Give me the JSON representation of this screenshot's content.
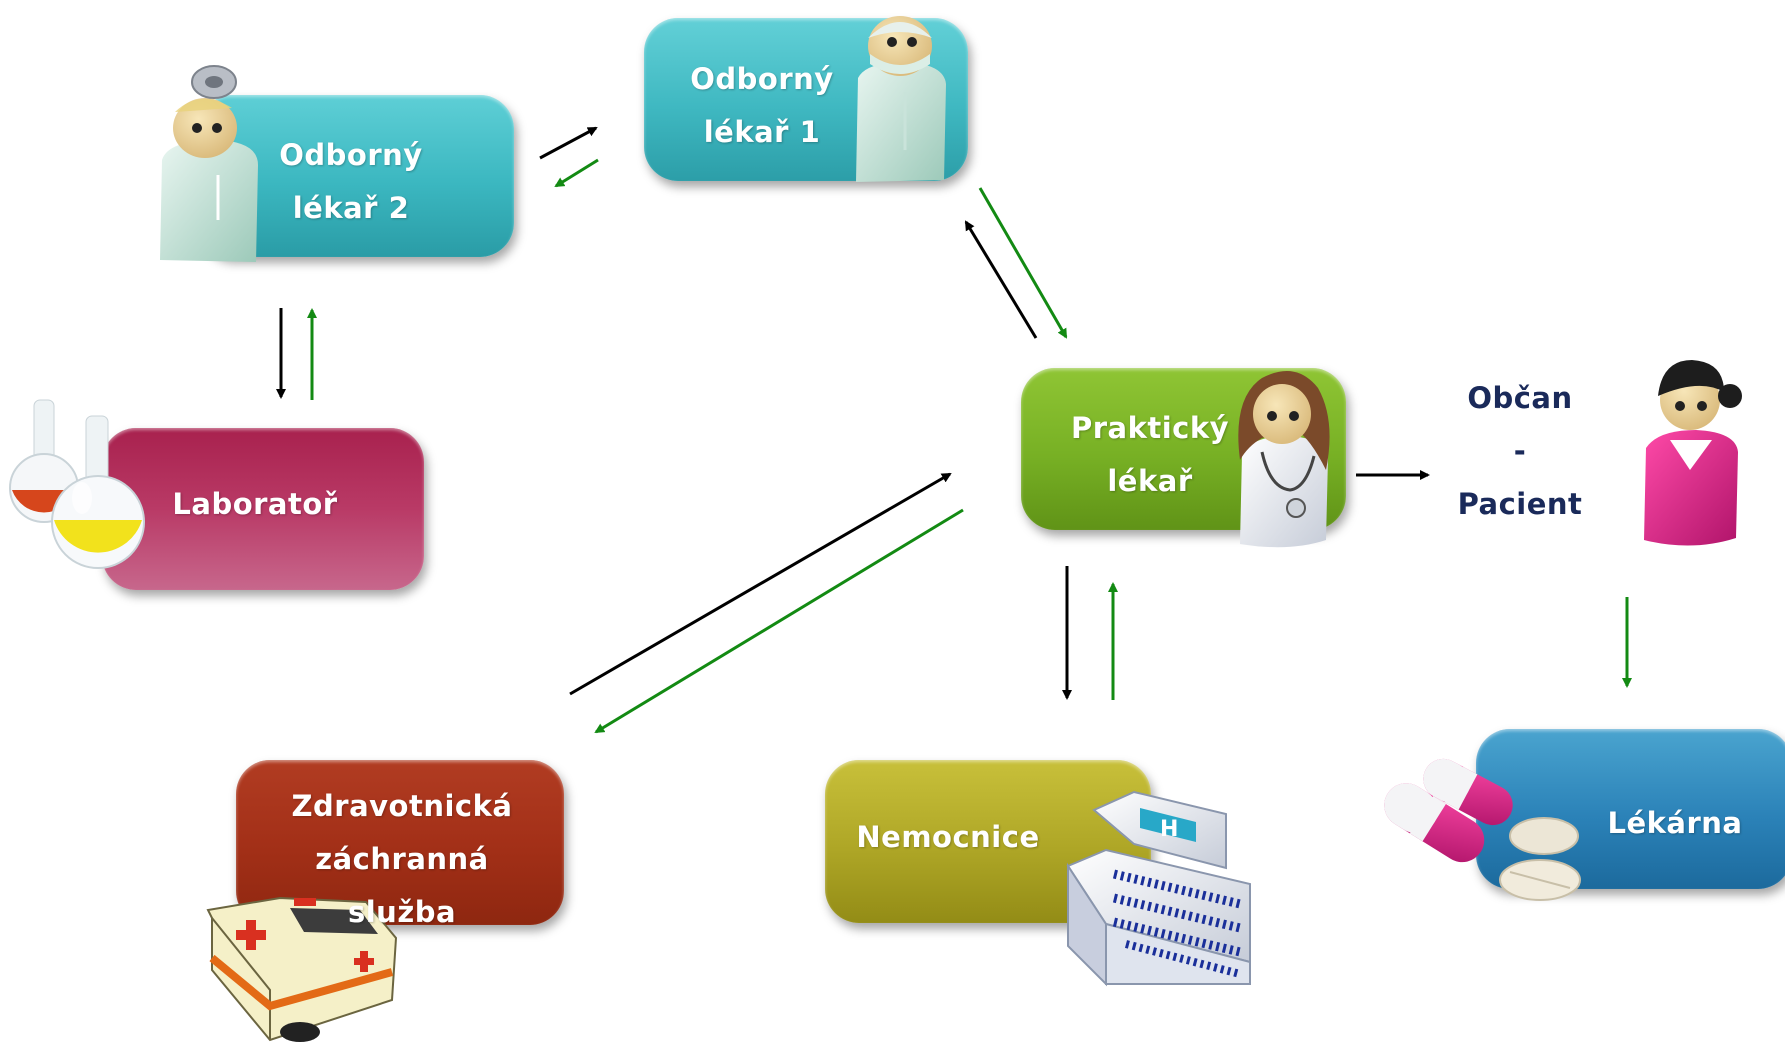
{
  "diagram": {
    "nodes": {
      "odborny_lekar_2": {
        "line1": "Odborný",
        "line2": "lékař 2"
      },
      "odborny_lekar_1": {
        "line1": "Odborný",
        "line2": "lékař 1"
      },
      "laborator": {
        "line1": "Laboratoř"
      },
      "prakticky_lekar": {
        "line1": "Praktický",
        "line2": "lékař"
      },
      "obcan_pacient": {
        "line1": "Občan",
        "line2": "-",
        "line3": "Pacient"
      },
      "zzs": {
        "line1": "Zdravotnická",
        "line2": "záchranná",
        "line3": "služba"
      },
      "nemocnice": {
        "line1": "Nemocnice"
      },
      "lekarna": {
        "line1": "Lékárna"
      }
    },
    "colors": {
      "teal": "#3bb7c0",
      "crimson": "#b93a66",
      "green": "#77b024",
      "rust": "#a22f17",
      "olive": "#aea626",
      "blue": "#2b82b8",
      "arrow_black": "#000000",
      "arrow_green": "#138a13",
      "patient_text": "#1a2a5a"
    },
    "icons": [
      "doctor-headmirror-icon",
      "surgeon-icon",
      "lab-flasks-icon",
      "female-doctor-icon",
      "patient-icon",
      "ambulance-icon",
      "hospital-building-icon",
      "pills-icon"
    ]
  }
}
